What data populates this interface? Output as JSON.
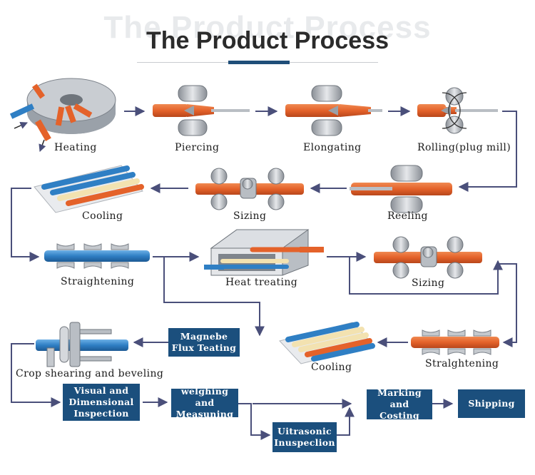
{
  "header": {
    "watermark": "The Product Process",
    "title": "The Product Process"
  },
  "steps": {
    "heating": "Heating",
    "piercing": "Piercing",
    "elongating": "Elongating",
    "rolling": "Rolling(plug mill)",
    "cooling_1": "Cooling",
    "sizing_1": "Sizing",
    "reeling": "Reeling",
    "straightening_1": "Straightening",
    "heat_treating": "Heat treating",
    "sizing_2": "Sizing",
    "crop_shearing": "Crop shearing and beveling",
    "cooling_2": "Cooling",
    "straightening_2": "Stralghtening"
  },
  "boxes": {
    "magnetic_flux": "Magnebe Flux Teating",
    "visual_inspection": "Visual and Dimensional Inspection",
    "weighing": "welghing and Measuning",
    "ultrasonic": "Uitrasonic Inuspeclion",
    "marking": "Marking and Costing",
    "shipping": "Shipping"
  },
  "colors": {
    "pipe_orange": "#e4622a",
    "pipe_blue": "#2f7fc4",
    "pipe_cream": "#f3e2b0",
    "box_navy": "#1b4f7d",
    "arrow": "#4a4f7a",
    "title_accent": "#1f4e79"
  }
}
